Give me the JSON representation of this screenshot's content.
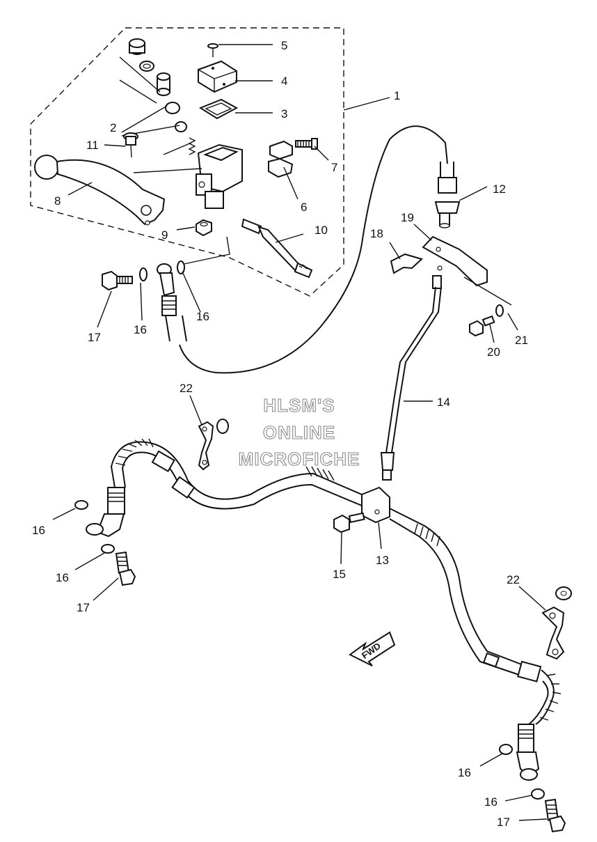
{
  "watermark": {
    "line1": "HLSM'S",
    "line2": "ONLINE",
    "line3": "MICROFICHE"
  },
  "direction_marker": {
    "label": "FWD"
  },
  "callouts": {
    "c1": "1",
    "c2": "2",
    "c3": "3",
    "c4": "4",
    "c5": "5",
    "c6": "6",
    "c7": "7",
    "c8": "8",
    "c9": "9",
    "c10": "10",
    "c11": "11",
    "c12": "12",
    "c13": "13",
    "c14": "14",
    "c15": "15",
    "c16a": "16",
    "c16b": "16",
    "c16c": "16",
    "c16d": "16",
    "c16e": "16",
    "c16f": "16",
    "c17a": "17",
    "c17b": "17",
    "c17c": "17",
    "c18": "18",
    "c19": "19",
    "c20": "20",
    "c21": "21",
    "c22a": "22",
    "c22b": "22"
  }
}
